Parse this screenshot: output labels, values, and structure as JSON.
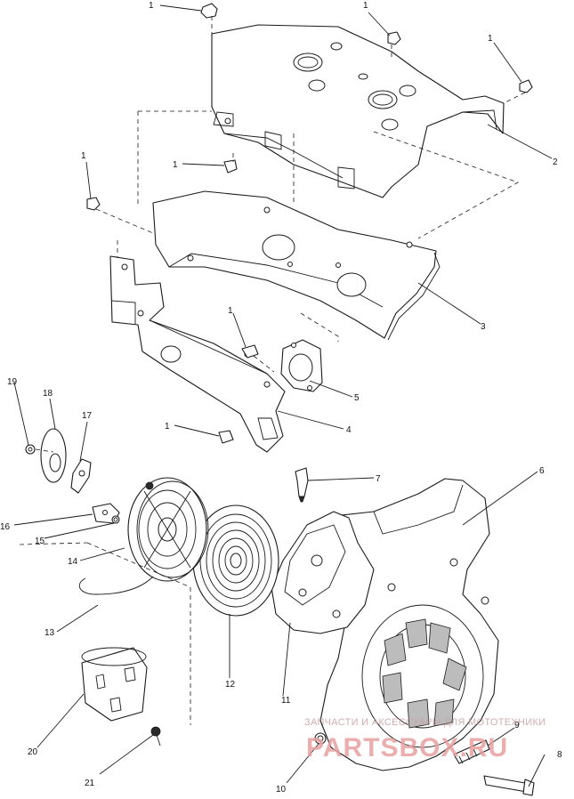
{
  "diagram": {
    "callouts": [
      {
        "id": "c1a",
        "label": "1"
      },
      {
        "id": "c1b",
        "label": "1"
      },
      {
        "id": "c1c",
        "label": "1"
      },
      {
        "id": "c1d",
        "label": "1"
      },
      {
        "id": "c1e",
        "label": "1"
      },
      {
        "id": "c1f",
        "label": "1"
      },
      {
        "id": "c1g",
        "label": "1"
      },
      {
        "id": "c2",
        "label": "2"
      },
      {
        "id": "c3",
        "label": "3"
      },
      {
        "id": "c4",
        "label": "4"
      },
      {
        "id": "c5",
        "label": "5"
      },
      {
        "id": "c6",
        "label": "6"
      },
      {
        "id": "c7",
        "label": "7"
      },
      {
        "id": "c8",
        "label": "8"
      },
      {
        "id": "c9",
        "label": "9"
      },
      {
        "id": "c10",
        "label": "10"
      },
      {
        "id": "c11",
        "label": "11"
      },
      {
        "id": "c12",
        "label": "12"
      },
      {
        "id": "c13",
        "label": "13"
      },
      {
        "id": "c14",
        "label": "14"
      },
      {
        "id": "c15",
        "label": "15"
      },
      {
        "id": "c16",
        "label": "16"
      },
      {
        "id": "c17",
        "label": "17"
      },
      {
        "id": "c18",
        "label": "18"
      },
      {
        "id": "c19",
        "label": "19"
      },
      {
        "id": "c20",
        "label": "20"
      },
      {
        "id": "c21",
        "label": "21"
      }
    ]
  },
  "watermark": {
    "text": "ЗАПЧАСТИ И АКСЕССУАРЫ ДЛЯ МОТОТЕХНИКИ",
    "logo": "PARTSBOX.RU",
    "color": "#e8a0a0"
  }
}
